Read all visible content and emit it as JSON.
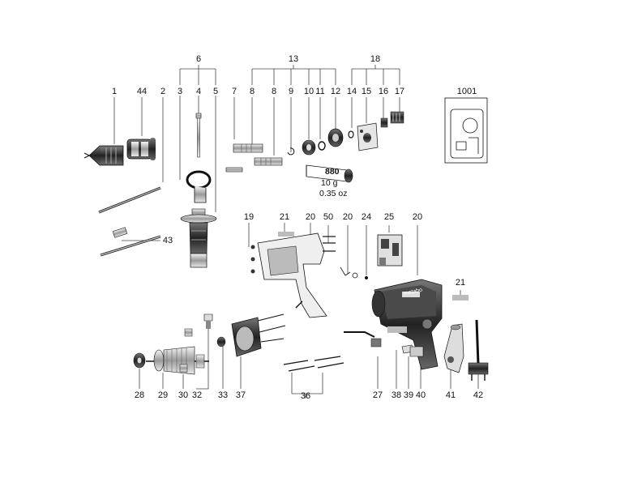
{
  "diagram": {
    "group_labels": {
      "g6": "6",
      "g13": "13",
      "g18": "18",
      "g36": "36"
    },
    "parts": {
      "p1": "1",
      "p44": "44",
      "p2": "2",
      "p3": "3",
      "p4": "4",
      "p5": "5",
      "p7": "7",
      "p8": "8",
      "p9": "9",
      "p10": "10",
      "p11": "11",
      "p12": "12",
      "p14": "14",
      "p15": "15",
      "p16": "16",
      "p17": "17",
      "p1001": "1001",
      "p43": "43",
      "p19": "19",
      "p21a": "21",
      "p20a": "20",
      "p50": "50",
      "p20b": "20",
      "p24": "24",
      "p25": "25",
      "p20c": "20",
      "p21b": "21",
      "p28": "28",
      "p29": "29",
      "p30": "30",
      "p32": "32",
      "p33": "33",
      "p37": "37",
      "p27": "27",
      "p38": "38",
      "p39": "39",
      "p40": "40",
      "p41": "41",
      "p42": "42"
    },
    "grease": {
      "label": "880",
      "amount": "10 g",
      "amount_oz": "0.35 oz"
    },
    "brand": "metabo"
  }
}
